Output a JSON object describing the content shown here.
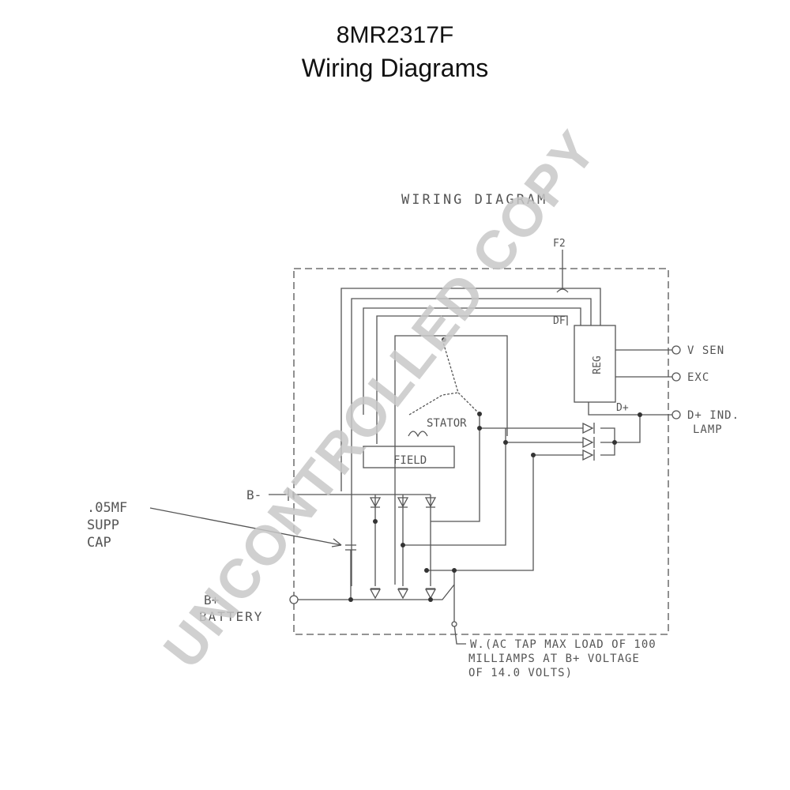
{
  "header": {
    "part_number": "8MR2317F",
    "title": "Wiring Diagrams"
  },
  "diagram": {
    "heading": "WIRING DIAGRAM",
    "labels": {
      "f2": "F2",
      "df": "DF",
      "reg": "REG",
      "dplus_internal": "D+",
      "stator": "STATOR",
      "field": "FIELD",
      "b_minus": "B-",
      "cap_line1": ".05MF",
      "cap_line2": "SUPP",
      "cap_line3": "CAP",
      "b_plus": "B+",
      "battery": "BATTERY"
    },
    "terminals": {
      "v_sen": "V SEN",
      "exc": "EXC",
      "d_ind_line1": "D+ IND.",
      "d_ind_line2": "LAMP"
    },
    "ac_tap_note": [
      "W.(AC TAP MAX LOAD OF 100",
      "MILLIAMPS AT B+ VOLTAGE",
      "OF 14.0 VOLTS)"
    ]
  },
  "watermark": {
    "text": "UNCONTROLLED COPY",
    "color": "#c8c8c8"
  },
  "colors": {
    "line": "#555555",
    "text": "#555555"
  }
}
